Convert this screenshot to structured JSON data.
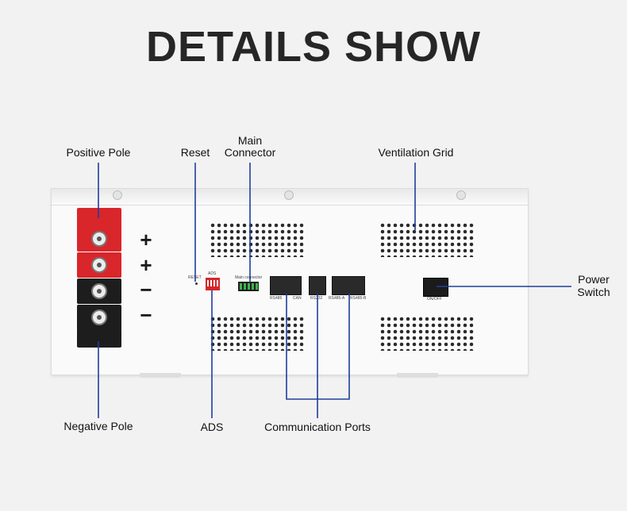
{
  "title": "DETAILS SHOW",
  "labels": {
    "positive_pole": "Positive Pole",
    "reset": "Reset",
    "main_connector_line1": "Main",
    "main_connector_line2": "Connector",
    "ventilation_grid": "Ventilation Grid",
    "power_switch_line1": "Power",
    "power_switch_line2": "Switch",
    "negative_pole": "Negative Pole",
    "ads": "ADS",
    "communication_ports": "Communication Ports"
  },
  "terminal_signs": [
    "+",
    "+",
    "−",
    "−"
  ],
  "panel_text": {
    "reset": "RESET",
    "ads": "ADS",
    "main_connector": "Main connector",
    "rs485": "RS485",
    "can": "CAN",
    "rs232": "RS232",
    "rs485a": "RS485-A",
    "rs485b": "RS485-B",
    "onoff": "ON/OFF"
  },
  "colors": {
    "leader_line": "#1f3f9a",
    "terminal_positive": "#d8262b",
    "terminal_negative": "#1d1d1d",
    "connector_pins": "#3fb34f"
  }
}
